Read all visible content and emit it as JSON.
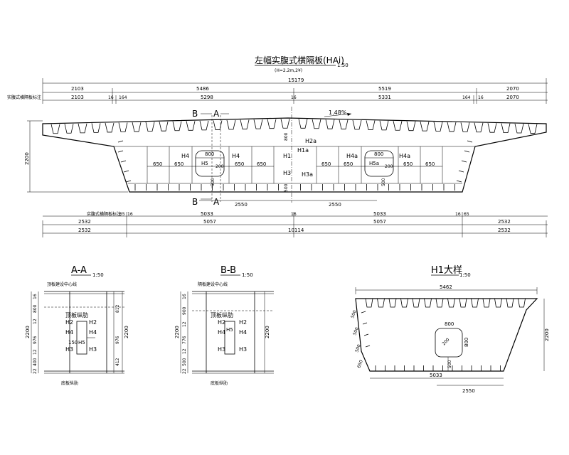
{
  "title": {
    "main": "左幅实腹式横隔板(HAi)",
    "scale": "1:50",
    "sub": "(H=2.2m,2¥)"
  },
  "top_dims": {
    "total": "15179",
    "row1": [
      "2103",
      "5486",
      "5519",
      "2070"
    ],
    "row2_label": "实腹式横隔板标注",
    "row2": [
      "2103",
      "16",
      "164",
      "5298",
      "16",
      "5331",
      "164",
      "16",
      "2070"
    ]
  },
  "main_labels": {
    "section_b_left": "B",
    "section_a_left": "A",
    "section_b_left_bottom": "B",
    "section_a_left_bottom": "A",
    "slope": "1.48%",
    "height": "2200",
    "h1": "H1",
    "h2": "H2",
    "h3": "H3",
    "h4": "H4",
    "h5": "H5",
    "h1a": "H1a",
    "h2a": "H2a",
    "h3a": "H3a",
    "h4a": "H4a",
    "h5a": "H5a",
    "opening_w": "800",
    "opening_r": "200",
    "cell": "650",
    "v_500": "500",
    "v_800": "800",
    "v_200": "200",
    "bottom_2550": "2550"
  },
  "bottom_dims": {
    "row0_label": "实腹式横隔板标注",
    "row0": [
      "65",
      "16",
      "5033",
      "16",
      "5033",
      "16",
      "65"
    ],
    "row1": [
      "2532",
      "5057",
      "5057",
      "2532"
    ],
    "row2": [
      "2532",
      "10114",
      "2532"
    ]
  },
  "section_aa": {
    "title": "A-A",
    "scale": "1:50",
    "top_note": "顶板建设中心线",
    "rib_label": "顶板纵肋",
    "bottom_label": "底板纵肋",
    "h": [
      "H2",
      "H4",
      "H5",
      "H3"
    ],
    "left_dims": [
      "16",
      "800",
      "12",
      "976",
      "12",
      "400",
      "22"
    ],
    "right_dims": [
      "812",
      "976",
      "412"
    ],
    "height": "2200",
    "inner": "150"
  },
  "section_bb": {
    "title": "B-B",
    "scale": "1:50",
    "top_note": "隔板建设中心线",
    "rib_label": "顶板纵肋",
    "bottom_label": "底板纵肋",
    "h": [
      "H2",
      "H4",
      "H5",
      "H3"
    ],
    "left_dims": [
      "16",
      "900",
      "12",
      "776",
      "12",
      "500",
      "22"
    ],
    "height": "2200"
  },
  "detail_h1": {
    "title": "H1大样",
    "scale": "1:50",
    "top": "5462",
    "bottom": "5033",
    "bottom2": "2550",
    "height": "2200",
    "open_w": "800",
    "open_h": "800",
    "radius": "200",
    "left_dims": [
      "500",
      "500",
      "500",
      "650"
    ],
    "v500": "500"
  }
}
